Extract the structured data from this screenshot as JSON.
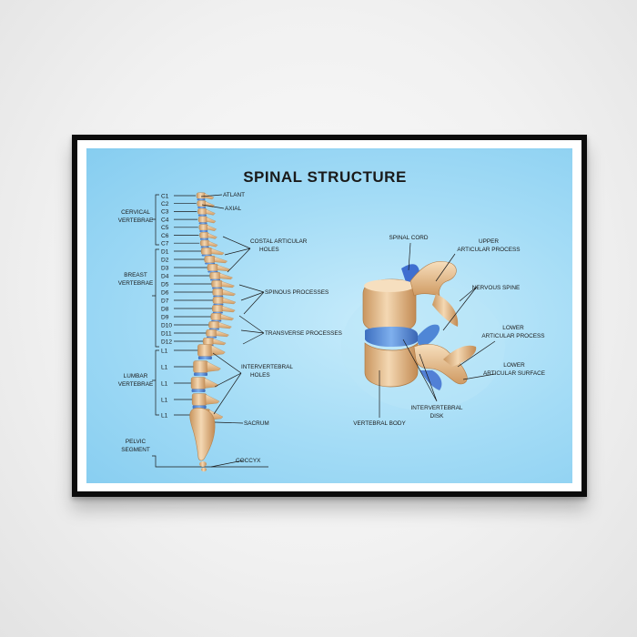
{
  "title": "SPINAL STRUCTURE",
  "regions": {
    "cervical": [
      "CERVICAL",
      "VERTEBRAE"
    ],
    "breast": [
      "BREAST",
      "VERTEBRAE"
    ],
    "lumbar": [
      "LUMBAR",
      "VERTEBRAE"
    ],
    "pelvic": [
      "PELVIC",
      "SEGMENT"
    ]
  },
  "vertebra_labels": [
    "C1",
    "C2",
    "C3",
    "C4",
    "C5",
    "C6",
    "C7",
    "D1",
    "D2",
    "D3",
    "D4",
    "D5",
    "D6",
    "D7",
    "D8",
    "D9",
    "D10",
    "D11",
    "D12",
    "L1",
    "L1",
    "L1",
    "L1",
    "L1"
  ],
  "spine_labels": {
    "atlant": "ATLANT",
    "axial": "AXIAL",
    "costal": [
      "COSTAL ARTICULAR",
      "HOLES"
    ],
    "spinous": "SPINOUS PROCESSES",
    "transverse": "TRANSVERSE PROCESSES",
    "intervertebral_holes": [
      "INTERVERTEBRAL",
      "HOLES"
    ],
    "sacrum": "SACRUM",
    "coccyx": "COCCYX"
  },
  "detail_labels": {
    "spinal_cord": "SPINAL CORD",
    "upper_process": [
      "UPPER",
      "ARTICULAR PROCESS"
    ],
    "nervous_spine": "NERVOUS SPINE",
    "lower_process": [
      "LOWER",
      "ARTICULAR PROCESS"
    ],
    "lower_surface": [
      "LOWER",
      "ARTICULAR SURFACE"
    ],
    "vertebral_body": "VERTEBRAL BODY",
    "disk": [
      "INTERVERTEBRAL",
      "DISK"
    ]
  },
  "colors": {
    "background": "#9ad7f4",
    "bone": "#e9c49a",
    "disk": "#4f86d6",
    "frame": "#0b0b0b"
  }
}
